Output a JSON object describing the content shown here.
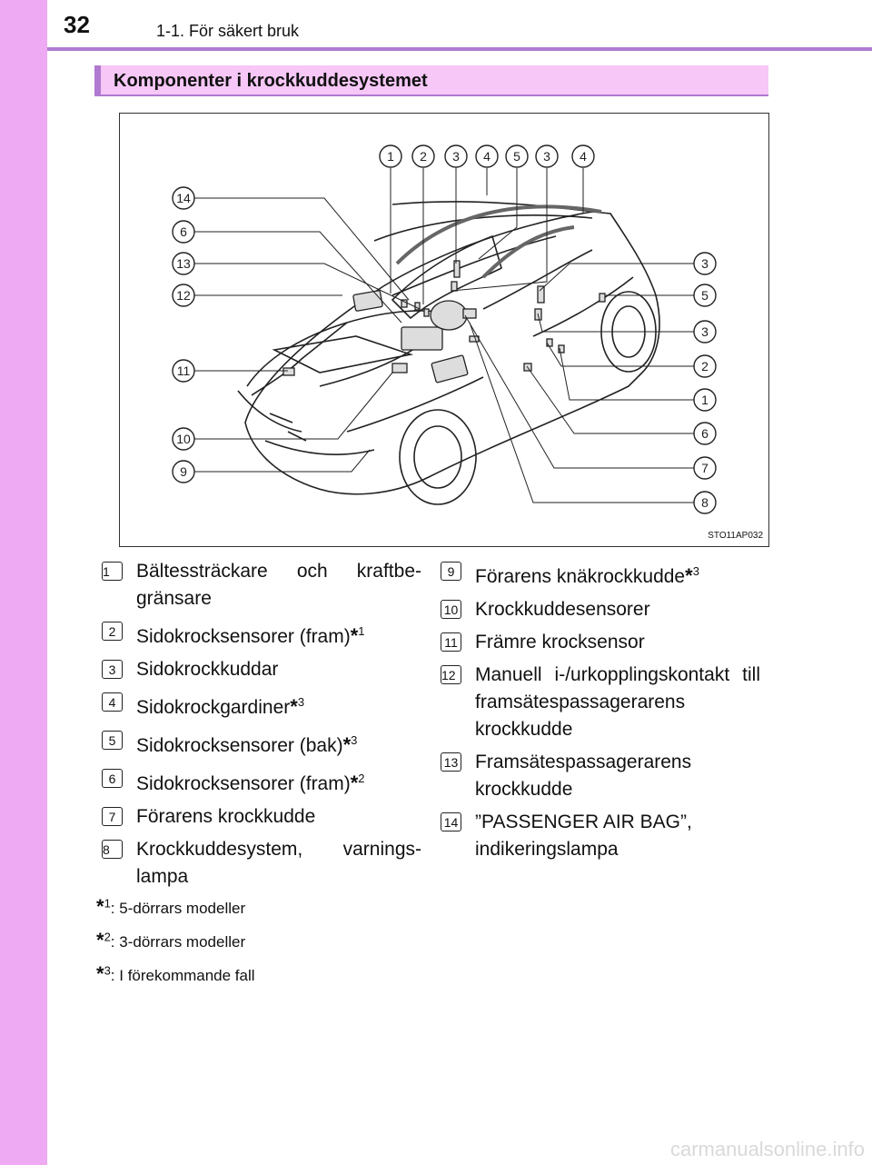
{
  "header": {
    "page_number": "32",
    "running_head": "1-1. För säkert bruk"
  },
  "section": {
    "title": "Komponenter i krockkuddesystemet"
  },
  "figure": {
    "code": "STO11AP032",
    "callouts_top": [
      "1",
      "2",
      "3",
      "4",
      "5",
      "3",
      "4"
    ],
    "callouts_left": [
      "14",
      "6",
      "13",
      "12",
      "11",
      "10",
      "9"
    ],
    "callouts_right": [
      "3",
      "5",
      "3",
      "2",
      "1",
      "6",
      "7",
      "8"
    ]
  },
  "items_left": [
    {
      "num": "1",
      "text": "Bältessträckare och kraftbe-gränsare",
      "star": ""
    },
    {
      "num": "2",
      "text": "Sidokrocksensorer (fram)",
      "star": "1"
    },
    {
      "num": "3",
      "text": "Sidokrockkuddar",
      "star": ""
    },
    {
      "num": "4",
      "text": "Sidokrockgardiner",
      "star": "3"
    },
    {
      "num": "5",
      "text": "Sidokrocksensorer (bak)",
      "star": "3"
    },
    {
      "num": "6",
      "text": "Sidokrocksensorer (fram)",
      "star": "2"
    },
    {
      "num": "7",
      "text": "Förarens krockkudde",
      "star": ""
    },
    {
      "num": "8",
      "text": "Krockkuddesystem, varnings-lampa",
      "star": ""
    }
  ],
  "items_right": [
    {
      "num": "9",
      "text": "Förarens knäkrockkudde",
      "star": "3"
    },
    {
      "num": "10",
      "text": "Krockkuddesensorer",
      "star": ""
    },
    {
      "num": "11",
      "text": "Främre krocksensor",
      "star": ""
    },
    {
      "num": "12",
      "text": "Manuell i-/urkopplingskontakt till framsätespassagerarens krockkudde",
      "star": ""
    },
    {
      "num": "13",
      "text": "Framsätespassagerarens krockkudde",
      "star": ""
    },
    {
      "num": "14",
      "text": "”PASSENGER AIR BAG”, indikeringslampa",
      "star": ""
    }
  ],
  "notes": [
    {
      "mark": "1",
      "text": ": 5-dörrars modeller"
    },
    {
      "mark": "2",
      "text": ": 3-dörrars modeller"
    },
    {
      "mark": "3",
      "text": ": I förekommande fall"
    }
  ],
  "watermark": "carmanualsonline.info"
}
